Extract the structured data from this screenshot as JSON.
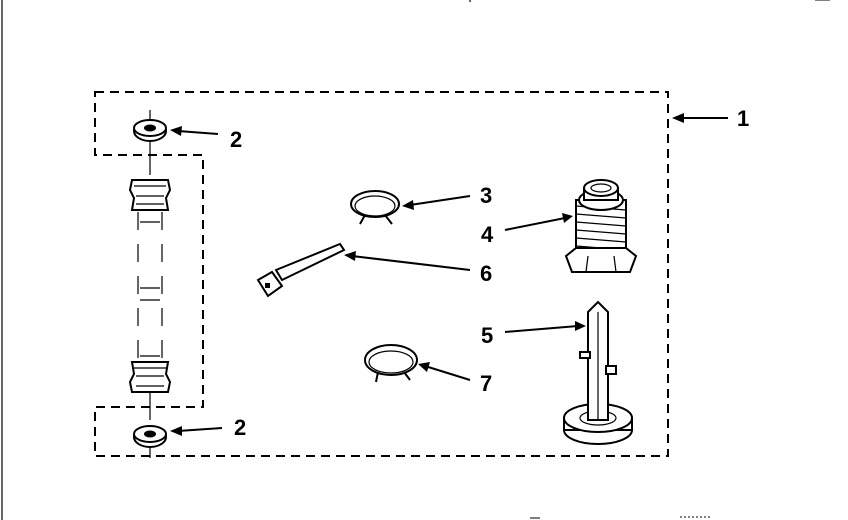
{
  "diagram": {
    "callouts": {
      "kit": "1",
      "washer_top": "2",
      "washer_bottom": "2",
      "clamp_small": "3",
      "foot": "4",
      "leg": "5",
      "cable_tie": "6",
      "clamp_large": "7"
    }
  }
}
